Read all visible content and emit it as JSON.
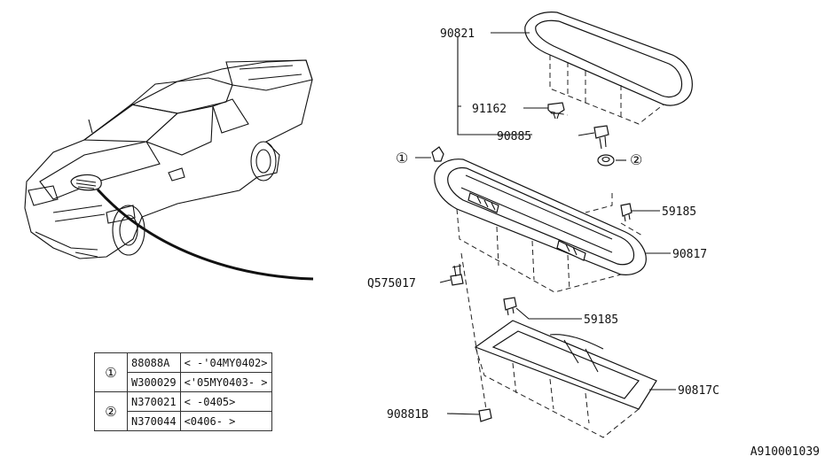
{
  "diagram": {
    "callouts": {
      "c90821": "90821",
      "c91162": "91162",
      "c90885": "90885",
      "c59185_top": "59185",
      "c90817": "90817",
      "cQ575017": "Q575017",
      "c59185_bottom": "59185",
      "c90817C": "90817C",
      "c90881B": "90881B",
      "ref1": "①",
      "ref2": "②"
    },
    "table": {
      "rows": [
        {
          "mark": "①",
          "part": "88088A",
          "range": "< -'04MY0402>"
        },
        {
          "part": "W300029",
          "range": "<'05MY0403- >"
        },
        {
          "mark": "②",
          "part": "N370021",
          "range": "< -0405>"
        },
        {
          "part": "N370044",
          "range": "<0406- >"
        }
      ]
    },
    "diagram_id": "A910001039"
  }
}
